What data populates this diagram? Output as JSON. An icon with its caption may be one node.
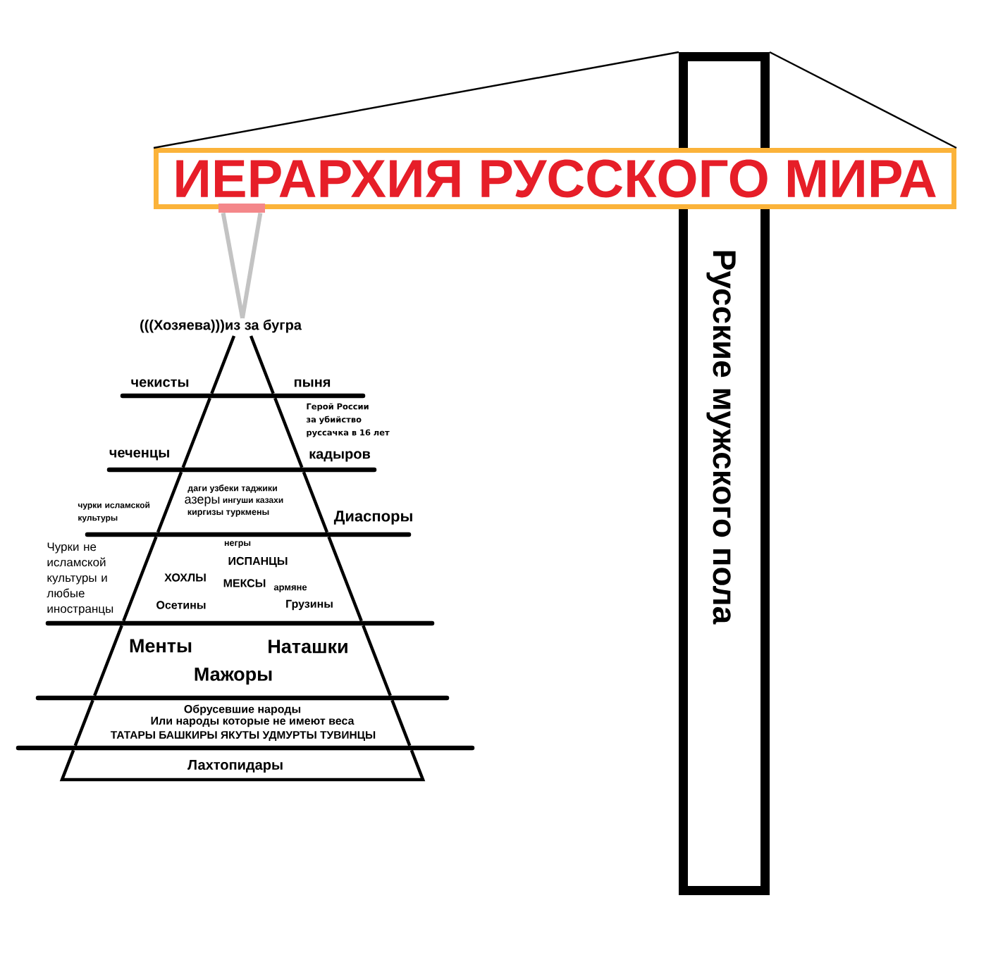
{
  "diagram": {
    "nodes": [
      {
        "text": [
          "ИЕРАРХИЯ РУССКОГО МИРА"
        ]
      },
      {
        "text": [],
        "shape": "bar"
      },
      {
        "text": [
          "Русские мужского пола"
        ]
      },
      {
        "text": [
          "(((Хозяева)))из за бугра"
        ]
      },
      {
        "text": [],
        "shape": "triangle"
      },
      {
        "text": [],
        "shape": "trapezoid",
        "beside": [
          "Герой России за убийство руссачка в 16 лет",
          "чеченцы",
          "кадыров"
        ]
      },
      {
        "text": [
          "даги узбеки таджики",
          "азеры",
          "ингуши казахи",
          "киргизы туркмены"
        ],
        "beside": [
          "чурки исламской культуры",
          "Диаспоры"
        ]
      },
      {
        "text": [
          "негры",
          "ИСПАНЦЫ",
          "ХОХЛЫ",
          "МЕКСЫ",
          "армяне",
          "Осетины",
          "Грузины"
        ],
        "beside": [
          "Чурки не исламской культуры и любые иностранцы"
        ]
      },
      {
        "text": [
          "Менты",
          "Наташки",
          "Мажоры"
        ]
      },
      {
        "text": [
          "Обрусевшие народы",
          "Или народы которые не имеют веса",
          "ТАТАРЫ БАШКИРЫ ЯКУТЫ УДМУРТЫ ТУВИНЦЫ"
        ]
      },
      {
        "text": [
          "Лахтопидары"
        ]
      }
    ],
    "edges": [
      {
        "from": 0,
        "to": 2,
        "arrow": "none"
      },
      {
        "from": 0,
        "to": 2,
        "arrow": "none"
      },
      {
        "from": 1,
        "to": 3,
        "arrow": "none",
        "style": "thick",
        "color": "#c3c3c3"
      },
      {
        "from": 1,
        "to": 3,
        "arrow": "none",
        "style": "thick",
        "color": "#c3c3c3"
      }
    ],
    "labels": [
      "чекисты",
      "пыня"
    ]
  }
}
